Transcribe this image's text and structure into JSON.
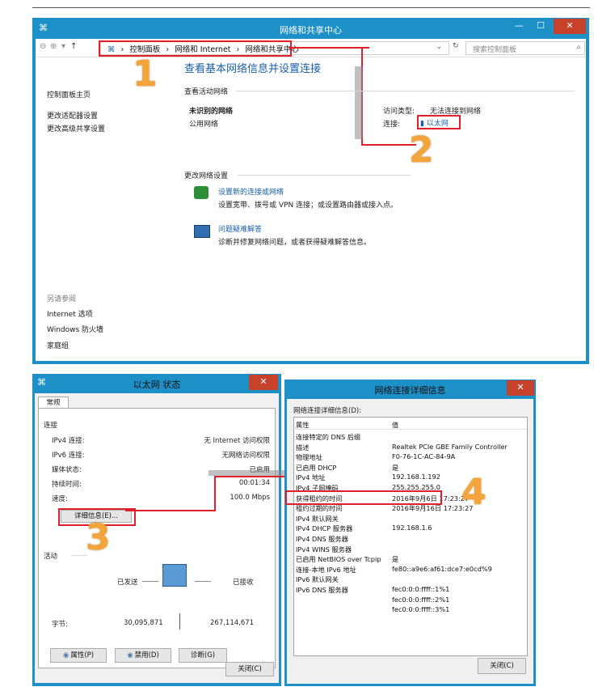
{
  "main_window": {
    "title": "网络和共享中心",
    "address_crumbs": [
      "控制面板",
      "网络和 Internet",
      "网络和共享中心"
    ],
    "search_placeholder": "搜索控制面板",
    "left_nav": [
      "控制面板主页",
      "更改适配器设置",
      "更改高级共享设置"
    ],
    "see_also_title": "另请参阅",
    "see_also": [
      "Internet 选项",
      "Windows 防火墙",
      "家庭组"
    ],
    "heading": "查看基本网络信息并设置连接",
    "active_networks_label": "查看活动网络",
    "network_name": "未识别的网络",
    "network_type": "公用网络",
    "access_type_label": "访问类型:",
    "access_type_value": "无法连接到网络",
    "connections_label": "连接:",
    "connection_link": "以太网",
    "change_settings_label": "更改网络设置",
    "setup_link": "设置新的连接或网络",
    "setup_desc": "设置宽带、拨号或 VPN 连接；或设置路由器或接入点。",
    "troubleshoot_link": "问题疑难解答",
    "troubleshoot_desc": "诊断并修复网络问题，或者获得疑难解答信息。"
  },
  "steps": [
    "1",
    "2",
    "3",
    "4"
  ],
  "status_dialog": {
    "title": "以太网 状态",
    "tab": "常规",
    "connection_section": "连接",
    "rows": [
      {
        "label": "IPv4 连接:",
        "value": "无 Internet 访问权限"
      },
      {
        "label": "IPv6 连接:",
        "value": "无网络访问权限"
      },
      {
        "label": "媒体状态:",
        "value": "已启用"
      },
      {
        "label": "持续时间:",
        "value": "00:01:34"
      },
      {
        "label": "速度:",
        "value": "100.0 Mbps"
      }
    ],
    "details_button": "详细信息(E)...",
    "activity_section": "活动",
    "sent_label": "已发送",
    "received_label": "已接收",
    "bytes_label": "字节:",
    "bytes_sent": "30,095,871",
    "bytes_received": "267,114,671",
    "properties_button": "属性(P)",
    "disable_button": "禁用(D)",
    "diagnose_button": "诊断(G)",
    "close_button": "关闭(C)"
  },
  "details_dialog": {
    "title": "网络连接详细信息",
    "list_label": "网络连接详细信息(D):",
    "col_property": "属性",
    "col_value": "值",
    "rows": [
      {
        "p": "连接特定的 DNS 后缀",
        "v": ""
      },
      {
        "p": "描述",
        "v": "Realtek PCIe GBE Family Controller"
      },
      {
        "p": "物理地址",
        "v": "F0-76-1C-AC-84-9A"
      },
      {
        "p": "已启用 DHCP",
        "v": "是"
      },
      {
        "p": "IPv4 地址",
        "v": "192.168.1.192"
      },
      {
        "p": "IPv4 子网掩码",
        "v": "255.255.255.0"
      },
      {
        "p": "获得租约的时间",
        "v": "2016年9月6日 17:23:27"
      },
      {
        "p": "租约过期的时间",
        "v": "2016年9月16日 17:23:27"
      },
      {
        "p": "IPv4 默认网关",
        "v": ""
      },
      {
        "p": "IPv4 DHCP 服务器",
        "v": "192.168.1.6"
      },
      {
        "p": "IPv4 DNS 服务器",
        "v": ""
      },
      {
        "p": "IPv4 WINS 服务器",
        "v": ""
      },
      {
        "p": "已启用 NetBIOS over Tcpip",
        "v": "是"
      },
      {
        "p": "连接-本地 IPv6 地址",
        "v": "fe80::a9e6:af61:dce7:e0cd%9"
      },
      {
        "p": "IPv6 默认网关",
        "v": ""
      },
      {
        "p": "IPv6 DNS 服务器",
        "v": "fec0:0:0:ffff::1%1"
      },
      {
        "p": "",
        "v": "fec0:0:0:ffff::2%1"
      },
      {
        "p": "",
        "v": "fec0:0:0:ffff::3%1"
      }
    ],
    "close_button": "关闭(C)"
  },
  "colors": {
    "accent": "#1e90c8",
    "highlight": "#e0202a",
    "step": "#f3a43a",
    "link": "#1a5fa8"
  }
}
